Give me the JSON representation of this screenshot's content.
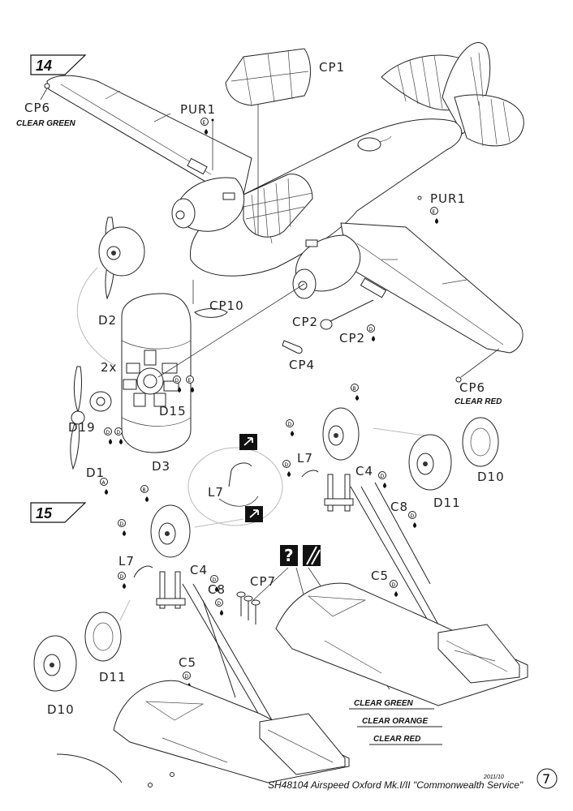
{
  "steps": [
    {
      "number": "14"
    },
    {
      "number": "15"
    }
  ],
  "parts": {
    "cp1": "CP1",
    "cp2": "CP2",
    "cp4": "CP4",
    "cp6": "CP6",
    "cp7": "CP7",
    "cp10": "CP10",
    "pur1": "PUR1",
    "d1": "D1",
    "d2": "D2",
    "d3": "D3",
    "d10": "D10",
    "d11": "D11",
    "d15": "D15",
    "d19": "D19",
    "l7": "L7",
    "c4": "C4",
    "c5": "C5",
    "c8": "C8",
    "multiplier": "2x"
  },
  "paint_codes": {
    "a": "A",
    "b": "B",
    "d": "D",
    "e": "E"
  },
  "clear_colors": {
    "green": "CLEAR GREEN",
    "red": "CLEAR RED",
    "orange": "CLEAR ORANGE"
  },
  "footer": {
    "date": "2011/10",
    "product": "SH48104 Airspeed Oxford Mk.I/II \"Commonwealth Service\"",
    "page": "7"
  },
  "icons": [
    "alternative-icon",
    "question-icon",
    "hatch-icon",
    "paint-drop-icon"
  ]
}
